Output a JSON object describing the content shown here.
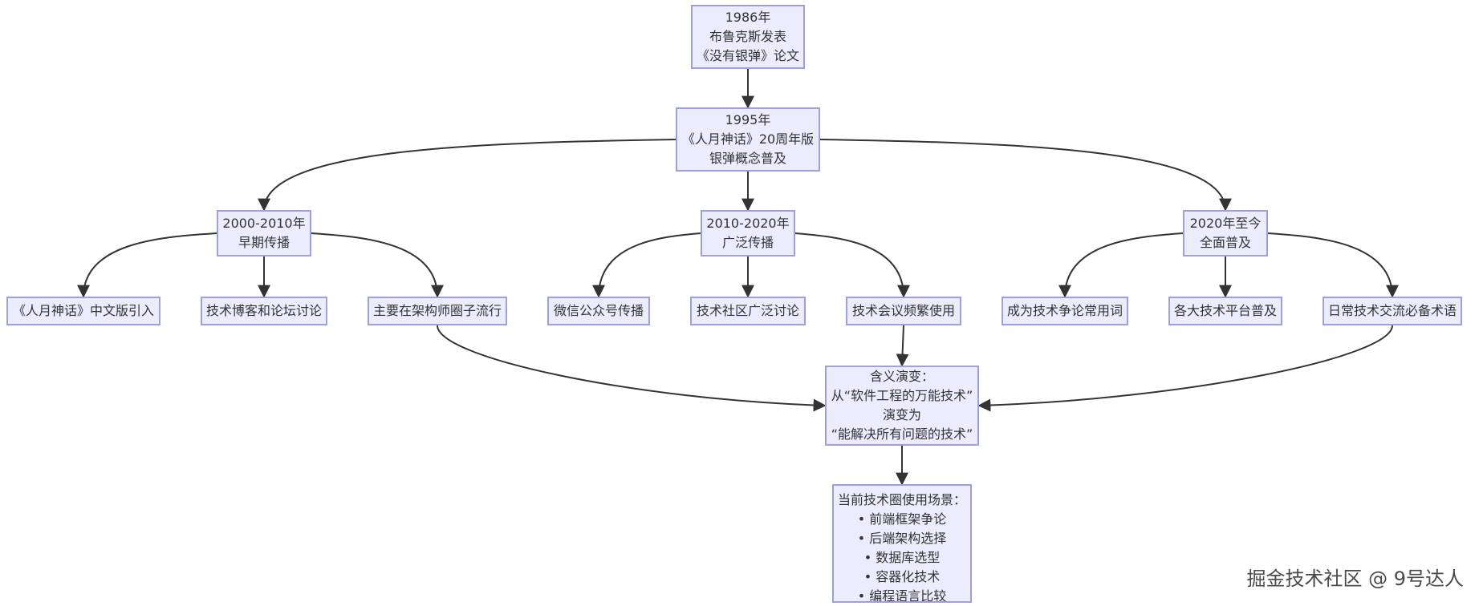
{
  "nodes": {
    "n1986": [
      "1986年",
      "布鲁克斯发表",
      "《没有银弹》论文"
    ],
    "n1995": [
      "1995年",
      "《人月神话》20周年版",
      "银弹概念普及"
    ],
    "n2000": [
      "2000-2010年",
      "早期传播"
    ],
    "n2010": [
      "2010-2020年",
      "广泛传播"
    ],
    "n2020": [
      "2020年至今",
      "全面普及"
    ],
    "a1": [
      "《人月神话》中文版引入"
    ],
    "a2": [
      "技术博客和论坛讨论"
    ],
    "a3": [
      "主要在架构师圈子流行"
    ],
    "b1": [
      "微信公众号传播"
    ],
    "b2": [
      "技术社区广泛讨论"
    ],
    "b3": [
      "技术会议频繁使用"
    ],
    "c1": [
      "成为技术争论常用词"
    ],
    "c2": [
      "各大技术平台普及"
    ],
    "c3": [
      "日常技术交流必备术语"
    ],
    "evolve": [
      "含义演变：",
      "从“软件工程的万能技术”",
      "演变为",
      "“能解决所有问题的技术”"
    ],
    "scenes": {
      "title": "当前技术圈使用场景：",
      "items": [
        "前端框架争论",
        "后端架构选择",
        "数据库选型",
        "容器化技术",
        "编程语言比较"
      ]
    }
  },
  "edges": [
    [
      "n1986",
      "n1995"
    ],
    [
      "n1995",
      "n2000"
    ],
    [
      "n1995",
      "n2010"
    ],
    [
      "n1995",
      "n2020"
    ],
    [
      "n2000",
      "a1"
    ],
    [
      "n2000",
      "a2"
    ],
    [
      "n2000",
      "a3"
    ],
    [
      "n2010",
      "b1"
    ],
    [
      "n2010",
      "b2"
    ],
    [
      "n2010",
      "b3"
    ],
    [
      "n2020",
      "c1"
    ],
    [
      "n2020",
      "c2"
    ],
    [
      "n2020",
      "c3"
    ],
    [
      "a3",
      "evolve"
    ],
    [
      "b3",
      "evolve"
    ],
    [
      "c3",
      "evolve"
    ],
    [
      "evolve",
      "scenes"
    ]
  ],
  "colors": {
    "node_fill": "#ececff",
    "node_border": "#9f9fdc",
    "edge": "#333333",
    "text": "#333333"
  },
  "watermark": "掘金技术社区 @ 9号达人"
}
